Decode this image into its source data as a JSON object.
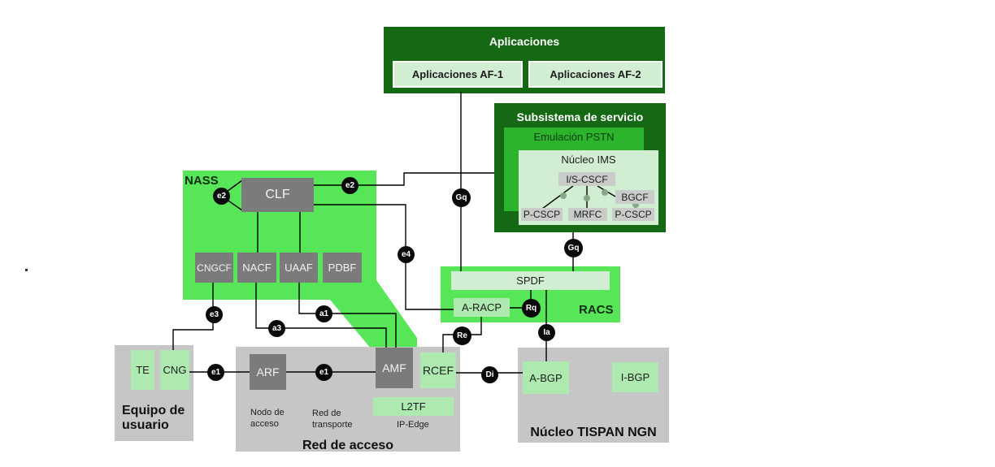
{
  "applications": {
    "title": "Aplicaciones",
    "af1": "Aplicaciones AF-1",
    "af2": "Aplicaciones AF-2"
  },
  "service_subsystem": {
    "title": "Subsistema de servicio",
    "pstn_emulation": "Emulación PSTN",
    "ims": {
      "title": "Núcleo IMS",
      "iscscf": "I/S-CSCF",
      "bgcf": "BGCF",
      "pcscp1": "P-CSCP",
      "mrfc": "MRFC",
      "pcscp2": "P-CSCP"
    }
  },
  "nass": {
    "title": "NASS",
    "clf": "CLF",
    "cngcf": "CNGCF",
    "nacf": "NACF",
    "uaaf": "UAAF",
    "pdbf": "PDBF"
  },
  "racs": {
    "title": "RACS",
    "spdf": "SPDF",
    "aracp": "A-RACP"
  },
  "user_equipment": {
    "title": "Equipo de usuario",
    "te": "TE",
    "cng": "CNG"
  },
  "access_network": {
    "title": "Red de acceso",
    "arf": "ARF",
    "amf": "AMF",
    "rcef": "RCEF",
    "l2tf": "L2TF",
    "access_node_label": "Nodo de acceso",
    "transport_label": "Red de transporte",
    "ip_edge_label": "IP-Edge"
  },
  "ngn_core": {
    "title": "Núcleo TISPAN NGN",
    "abgp": "A-BGP",
    "ibgp": "I-BGP"
  },
  "badges": [
    {
      "id": "e2-left",
      "label": "e2"
    },
    {
      "id": "e2-right",
      "label": "e2"
    },
    {
      "id": "e4",
      "label": "e4"
    },
    {
      "id": "gq-top",
      "label": "Gq"
    },
    {
      "id": "gq-right",
      "label": "Gq"
    },
    {
      "id": "rq",
      "label": "Rq"
    },
    {
      "id": "re",
      "label": "Re"
    },
    {
      "id": "ia",
      "label": "Ia"
    },
    {
      "id": "e3",
      "label": "e3"
    },
    {
      "id": "a3",
      "label": "a3"
    },
    {
      "id": "a1",
      "label": "a1"
    },
    {
      "id": "e1-left",
      "label": "e1"
    },
    {
      "id": "e1-mid",
      "label": "e1"
    },
    {
      "id": "di",
      "label": "Di"
    }
  ],
  "colors": {
    "dark_green": "#156915",
    "medium_green": "#2cb42c",
    "bright_green": "#57e657",
    "pale_green": "#d2eed2",
    "light_green": "#aeeab0",
    "container_gray": "#c6c6c6",
    "node_dark_gray": "#7b7b7b",
    "ims_node_gray": "#c9cdc9",
    "line_black": "#000000"
  }
}
